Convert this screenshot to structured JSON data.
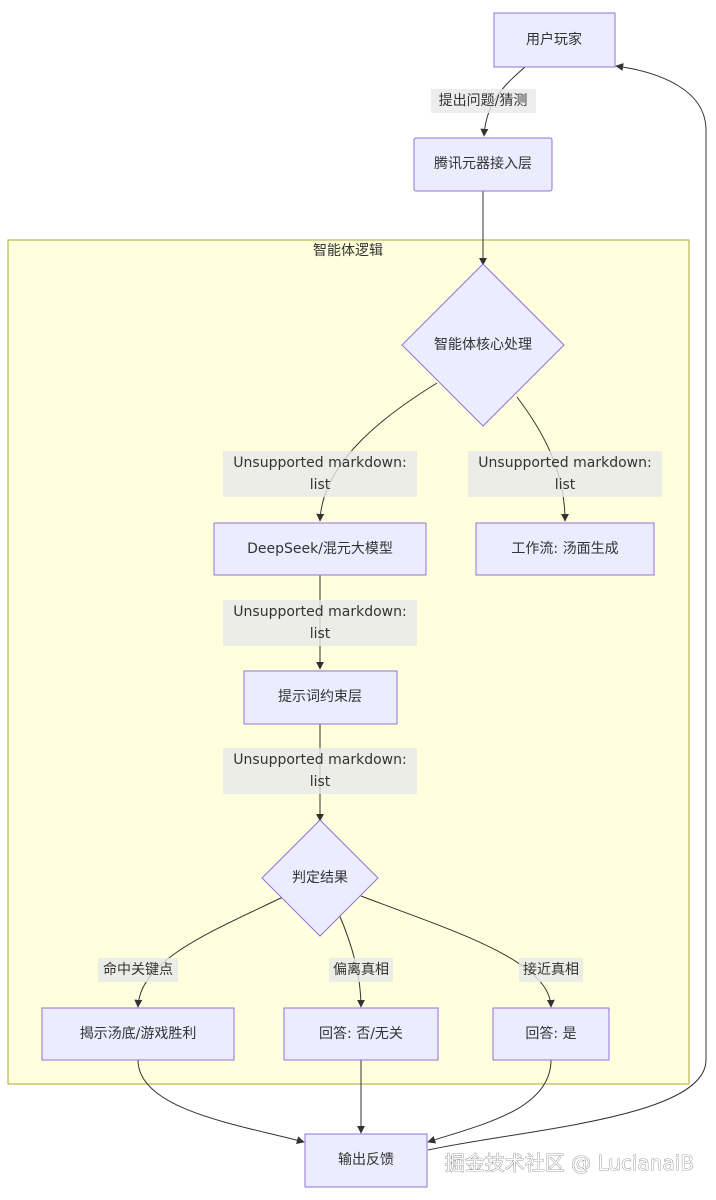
{
  "cluster": {
    "title": "智能体逻辑"
  },
  "nodes": {
    "user": "用户玩家",
    "access": "腾讯元器接入层",
    "core": "智能体核心处理",
    "llm": "DeepSeek/混元大模型",
    "workflow": "工作流: 汤面生成",
    "prompt": "提示词约束层",
    "judge": "判定结果",
    "reveal": "揭示汤底/游戏胜利",
    "no": "回答: 否/无关",
    "yes": "回答: 是",
    "output": "输出反馈"
  },
  "edges": {
    "user_access": "提出问题/猜测",
    "unsupported_line1": "Unsupported markdown:",
    "unsupported_line2": "list",
    "hit": "命中关键点",
    "deviate": "偏离真相",
    "close": "接近真相"
  },
  "watermark": "掘金技术社区 @ LucianaiB",
  "colors": {
    "node_fill": "#ECECFF",
    "node_stroke": "#9370DB",
    "cluster_fill": "#FFFFDE",
    "cluster_stroke": "#AAAA33",
    "edge": "#333333",
    "label_bg": "#E8E8E8"
  }
}
